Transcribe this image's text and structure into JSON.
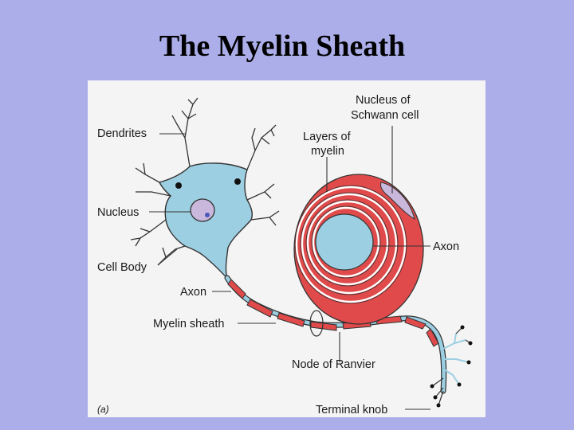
{
  "title": "The Myelin Sheath",
  "figure": {
    "panel_tag": "(a)",
    "labels": {
      "dendrites": "Dendrites",
      "nucleus": "Nucleus",
      "cell_body": "Cell Body",
      "axon_left": "Axon",
      "myelin_sheath": "Myelin sheath",
      "schwann_nucleus_line1": "Nucleus of",
      "schwann_nucleus_line2": "Schwann cell",
      "myelin_layers_line1": "Layers of",
      "myelin_layers_line2": "myelin",
      "axon_right": "Axon",
      "node_of_ranvier": "Node of Ranvier",
      "terminal_knob": "Terminal knob"
    },
    "colors": {
      "background": "#abaee9",
      "panel": "#f4f4f4",
      "cytoplasm": "#9ccfe2",
      "nucleus": "#c9b7dc",
      "myelin": "#e04a4a",
      "outline": "#333333"
    }
  }
}
